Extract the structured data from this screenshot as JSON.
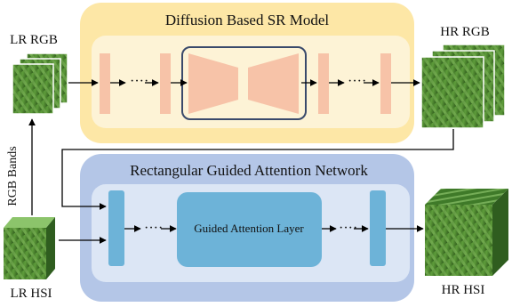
{
  "labels": {
    "lr_rgb": "LR RGB",
    "hr_rgb": "HR RGB",
    "lr_hsi": "LR HSI",
    "hr_hsi": "HR HSI",
    "rgb_bands": "RGB Bands"
  },
  "diffusion_model": {
    "title": "Diffusion Based SR Model",
    "dots": "····",
    "dots2": "····"
  },
  "attention_network": {
    "title": "Rectangular Guided Attention Network",
    "layer_label": "Guided Attention Layer",
    "dots": "····",
    "dots2": "····"
  },
  "colors": {
    "diffusion_outer": "#fde7a6",
    "diffusion_inner": "#fdf3d6",
    "diffusion_block": "#f7c3a8",
    "unet_border": "#3a4a6b",
    "attention_outer": "#b4c6e7",
    "attention_inner": "#dce6f5",
    "attention_block": "#6db3d8",
    "leaf_dark": "#2f5d1f",
    "leaf_mid": "#4f8b32",
    "leaf_light": "#86c06a"
  }
}
